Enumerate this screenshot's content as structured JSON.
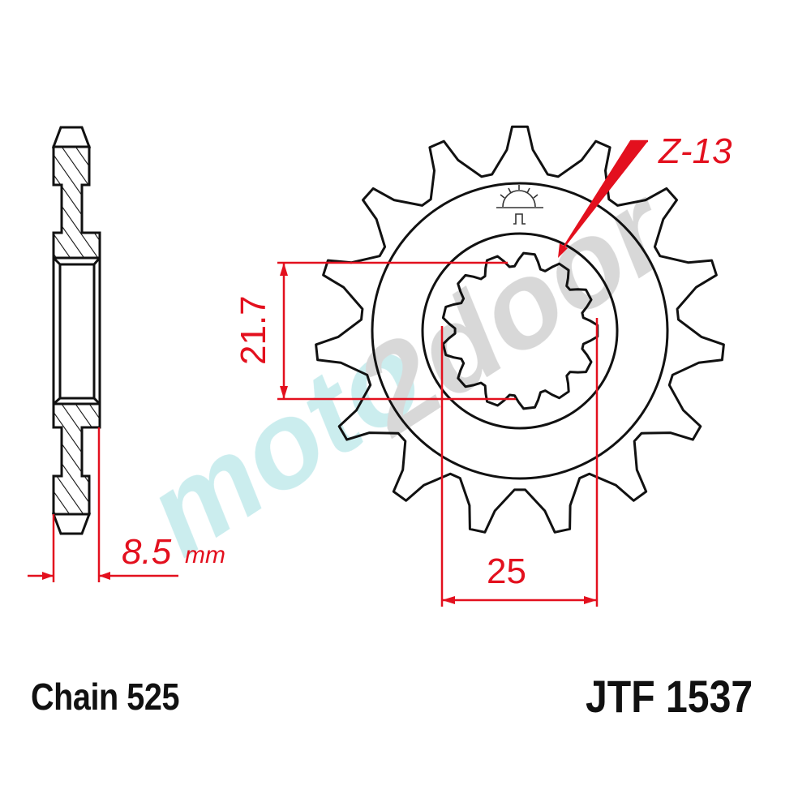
{
  "part": {
    "code": "JTF 1537",
    "chain": "Chain 525"
  },
  "dimensions": {
    "spline_teeth_label": "Z-13",
    "spline_diameter_label": "21.7",
    "width_bore_label": "25",
    "thickness_value": "8.5",
    "thickness_unit": "mm"
  },
  "sprocket": {
    "outer_teeth": 15,
    "spline_teeth": 13
  },
  "watermark": {
    "text_part1": "moto",
    "text_part2": "2door"
  },
  "colors": {
    "line": "#111111",
    "dimension": "#e3101e",
    "watermark_cyan": "#c9ecee",
    "watermark_gray": "#d6d6d6"
  }
}
